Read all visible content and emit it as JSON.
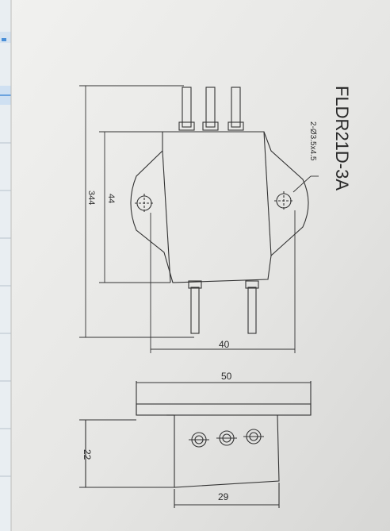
{
  "drawing": {
    "title": "FLDR21D-3A",
    "hole_callout": "2-Ø3.5x4.5",
    "dims": {
      "inner_height": "44",
      "outer_height": "344",
      "hole_spacing": "40",
      "flange_width": "50",
      "body_height": "22",
      "body_width": "29"
    }
  },
  "colors": {
    "paper": "#e9e9e7",
    "ink": "#2e2e2e",
    "background_window": "#c9ced2",
    "accent_blue": "#4a8fd8"
  }
}
